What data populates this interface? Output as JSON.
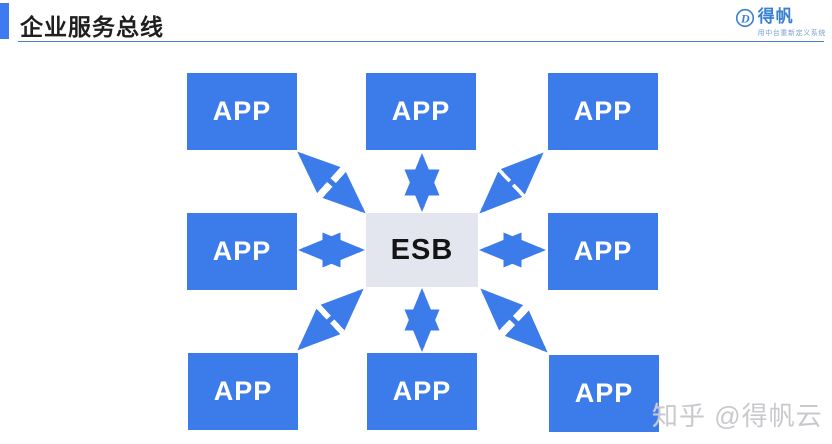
{
  "header": {
    "title": "企业服务总线"
  },
  "logo": {
    "brand": "得帆",
    "tagline": "用中台重新定义系统"
  },
  "diagram": {
    "center": {
      "label": "ESB"
    },
    "nodes": [
      {
        "id": "app-top-left",
        "label": "APP"
      },
      {
        "id": "app-top-middle",
        "label": "APP"
      },
      {
        "id": "app-top-right",
        "label": "APP"
      },
      {
        "id": "app-middle-left",
        "label": "APP"
      },
      {
        "id": "app-middle-right",
        "label": "APP"
      },
      {
        "id": "app-bottom-left",
        "label": "APP"
      },
      {
        "id": "app-bottom-middle",
        "label": "APP"
      },
      {
        "id": "app-bottom-right",
        "label": "APP"
      }
    ],
    "connections": "bidirectional arrows between ESB and every APP"
  },
  "watermark": {
    "text": "知乎 @得帆云"
  },
  "colors": {
    "app_blue": "#3b7bea",
    "arrow_blue": "#3b7bea",
    "esb_background": "#e3e6ee",
    "esb_text": "#141414",
    "accent_blue": "#3e7bf0",
    "header_rule_blue": "#4a80c4",
    "logo_blue": "#3a80d2",
    "watermark_gray": "#c9c9cd"
  }
}
